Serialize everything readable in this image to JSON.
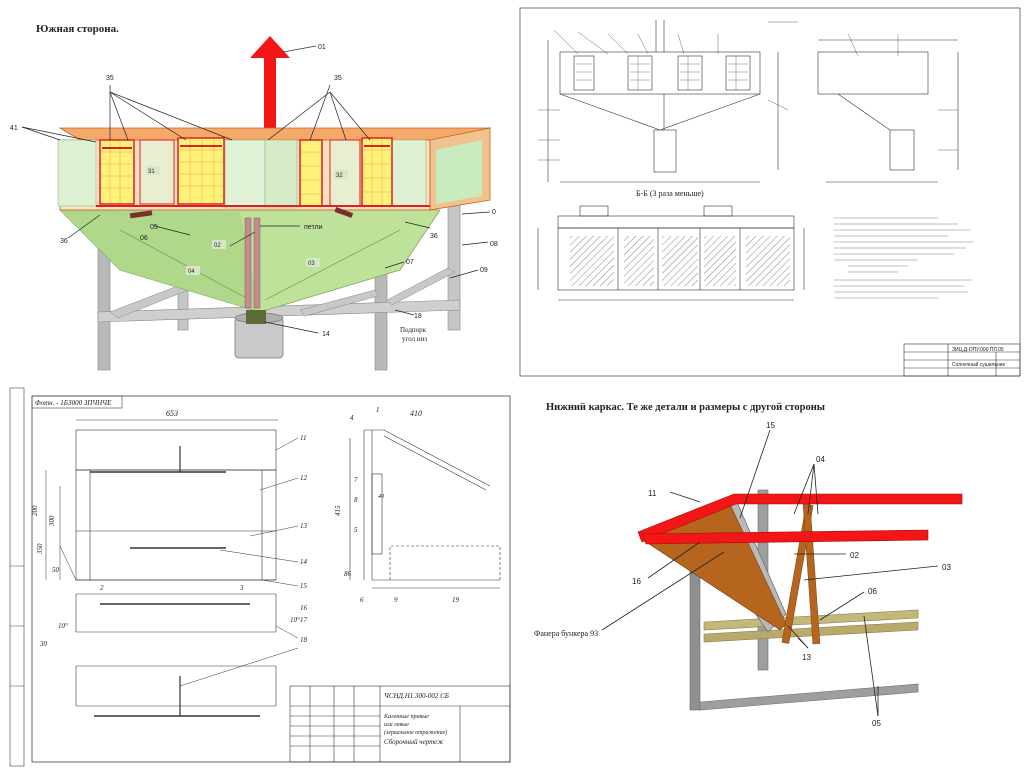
{
  "top_left": {
    "title": "Южная сторона.",
    "labels": {
      "l01": "01",
      "l35a": "35",
      "l35b": "35",
      "l41": "41",
      "l36": "36",
      "l0": "0",
      "l08": "08",
      "l09": "09",
      "l07": "07",
      "l14": "14",
      "l18": "18",
      "l02": "02",
      "l03": "03",
      "l04": "04",
      "l05": "05",
      "l06": "06",
      "l32": "32",
      "l31": "31",
      "petli": "петли",
      "podpor1": "Подпорк",
      "podpor2": "угол низ"
    }
  },
  "top_right": {
    "section_title": "Б-Б (3 раза меньше)",
    "stamp_line1": "ЗИЦ.Д-ОПУ.000 ПЛ.05",
    "stamp_line2": "Солнечный сушильник"
  },
  "bottom_left": {
    "header": "Фотн. - 1БЗ000 ЗПЧНЧЕ",
    "dim_top": "653",
    "dim_right": "410",
    "dims": [
      "200",
      "300",
      "350",
      "50",
      "30",
      "415",
      "40",
      "10°",
      "10°",
      "86"
    ],
    "part_numbers": [
      "11",
      "12",
      "13",
      "14",
      "15",
      "16",
      "17",
      "18",
      "19",
      "1",
      "2",
      "3",
      "4",
      "5",
      "6",
      "7",
      "8",
      "9"
    ],
    "stamp_code": "ЧСНД.Н1.300-002 СБ",
    "stamp_desc1": "Каленные правые",
    "stamp_desc2": "или левые",
    "stamp_desc3": "(зеркальное отражение)",
    "stamp_desc4": "Сборочный чертеж"
  },
  "bottom_right": {
    "title": "Нижний каркас. Те же детали и размеры с другой стороны",
    "labels": {
      "l15": "15",
      "l04": "04",
      "l11": "11",
      "l02": "02",
      "l03": "03",
      "l16": "16",
      "l06": "06",
      "l13": "13",
      "l05": "05",
      "fanera": "Фанера бункера 93"
    }
  },
  "colors": {
    "red": "#f21616",
    "orange_frame": "#f07a2e",
    "green_hopper": "#c3e3a0",
    "grey_leg": "#b8b8b8",
    "brown": "#b5651d",
    "khaki": "#b8aa6a"
  }
}
